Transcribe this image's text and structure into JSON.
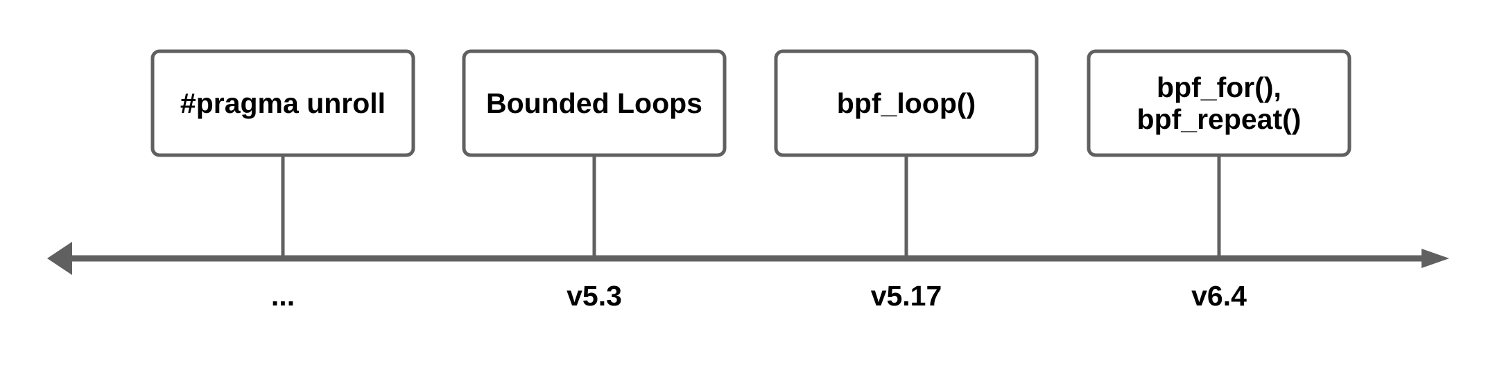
{
  "colors": {
    "line": "#606060",
    "text": "#000000",
    "box_fill": "#ffffff",
    "background": "#ffffff"
  },
  "milestones": [
    {
      "box_lines": [
        "#pragma unroll"
      ],
      "version": "..."
    },
    {
      "box_lines": [
        "Bounded Loops"
      ],
      "version": "v5.3"
    },
    {
      "box_lines": [
        "bpf_loop()"
      ],
      "version": "v5.17"
    },
    {
      "box_lines": [
        "bpf_for(),",
        "bpf_repeat()"
      ],
      "version": "v6.4"
    }
  ]
}
